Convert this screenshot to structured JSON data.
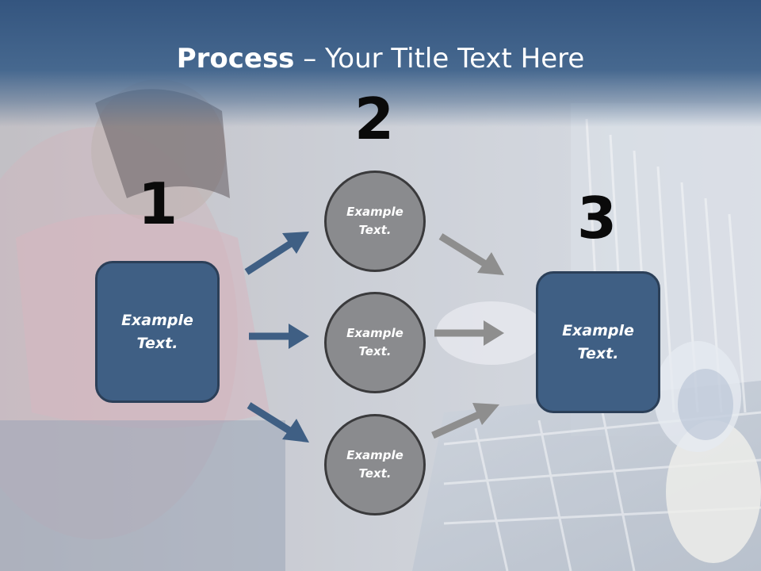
{
  "title": {
    "strong": "Process",
    "rest": " – Your Title Text Here"
  },
  "steps": [
    {
      "number": "1",
      "box_line1": "Example",
      "box_line2": "Text."
    },
    {
      "number": "2"
    },
    {
      "number": "3",
      "box_line1": "Example",
      "box_line2": "Text."
    }
  ],
  "circles": [
    {
      "line1": "Example",
      "line2": "Text."
    },
    {
      "line1": "Example",
      "line2": "Text."
    },
    {
      "line1": "Example",
      "line2": "Text."
    }
  ],
  "colors": {
    "box_fill": "#3f5f84",
    "box_border": "#2b3f58",
    "circle_fill": "#8a8b8e",
    "arrow_blue": "#3f5f84",
    "arrow_gray": "#8e8e8e",
    "title_band": "#3d5e86"
  }
}
